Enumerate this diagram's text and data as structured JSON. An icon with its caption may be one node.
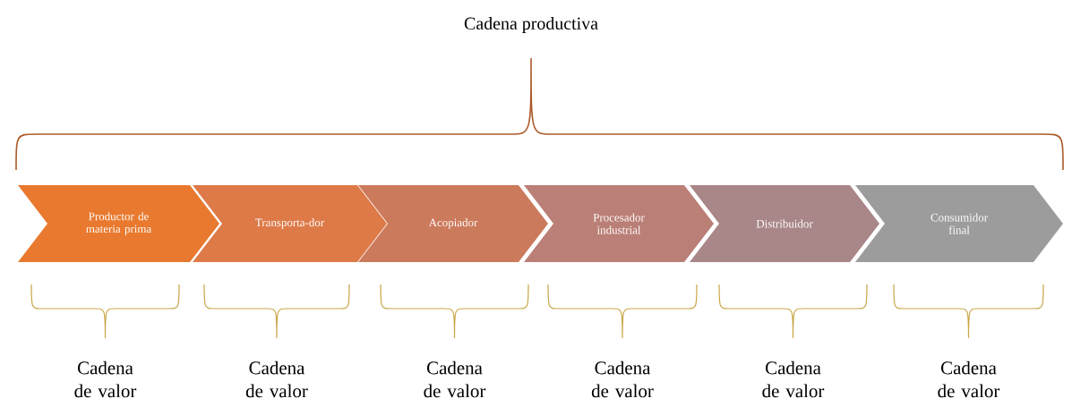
{
  "diagram": {
    "title": "Cadena productiva",
    "nodes": [
      {
        "text": [
          "Productor de materia prima"
        ]
      },
      {
        "text": [
          "Transporta-dor"
        ]
      },
      {
        "text": [
          "Acopiador"
        ]
      },
      {
        "text": [
          "Procesador industrial"
        ]
      },
      {
        "text": [
          "Distribuidor"
        ]
      },
      {
        "text": [
          "Consumidor final"
        ]
      }
    ],
    "edges": [],
    "labels": [
      "Cadena de valor",
      "Cadena de valor",
      "Cadena de valor",
      "Cadena de valor",
      "Cadena de valor",
      "Cadena de valor"
    ]
  }
}
